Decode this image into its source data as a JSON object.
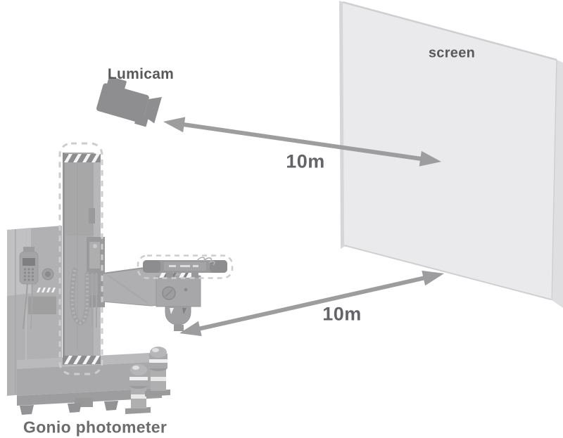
{
  "diagram": {
    "labels": {
      "lumicam": "Lumicam",
      "screen": "screen",
      "gonio_photometer": "Gonio photometer"
    },
    "measurements": {
      "camera_to_screen": {
        "label": "10m"
      },
      "photometer_to_screen": {
        "label": "10m"
      }
    },
    "icons": {
      "camera": "video-camera-icon",
      "highlight": "dashed-outline"
    },
    "colors": {
      "background": "#ffffff",
      "label_text": "#59595b",
      "distance_text": "#646468",
      "gonio_text": "#6c6c6e",
      "arrow": "#9d9d9f",
      "camera_icon": "#8e8e90",
      "screen_face": "#eaeaec",
      "screen_edge": "#d6d6d8",
      "screen_side": "#dfdfe1",
      "screen_line": "#cfcfd1",
      "dashed_outline": "#c7c7c9"
    }
  }
}
